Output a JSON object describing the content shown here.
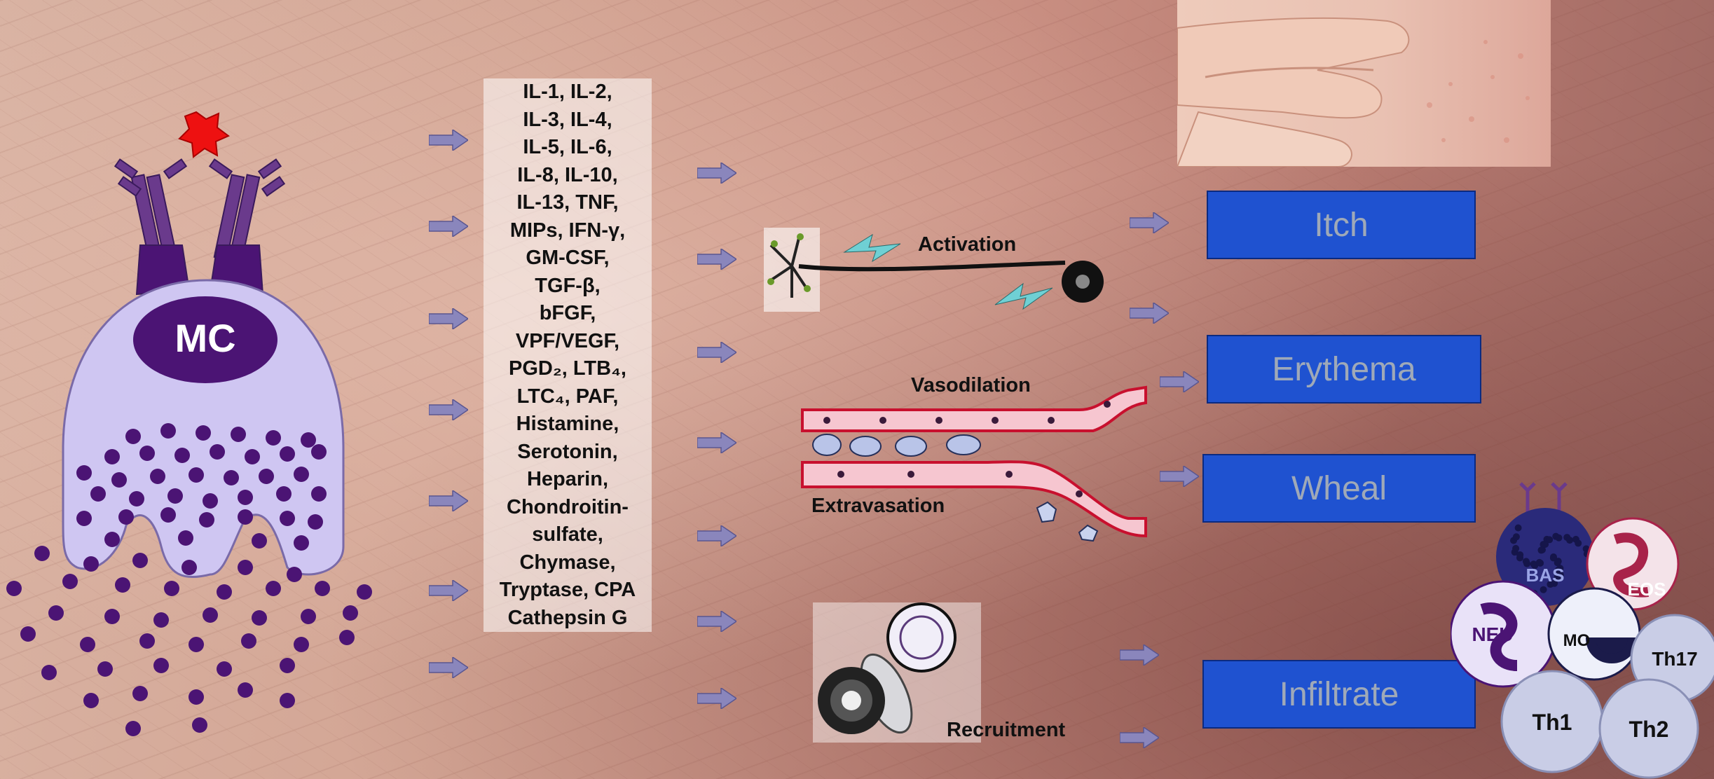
{
  "mast_cell": {
    "label": "MC"
  },
  "mediators": [
    "IL-1, IL-2,",
    "IL-3, IL-4,",
    "IL-5, IL-6,",
    "IL-8, IL-10,",
    "IL-13, TNF,",
    "MIPs, IFN-γ,",
    "GM-CSF,",
    "TGF-β,",
    "bFGF,",
    "VPF/VEGF,",
    "PGD₂, LTB₄,",
    "LTC₄, PAF,",
    "Histamine,",
    "Serotonin,",
    "Heparin,",
    "Chondroitin-",
    "sulfate,",
    "Chymase,",
    "Tryptase, CPA",
    "Cathepsin G"
  ],
  "processes": {
    "activation": "Activation",
    "vasodilation": "Vasodilation",
    "extravasation": "Extravasation",
    "recruitment": "Recruitment"
  },
  "outcomes": {
    "itch": "Itch",
    "erythema": "Erythema",
    "wheal": "Wheal",
    "infiltrate": "Infiltrate"
  },
  "cells": {
    "bas": "BAS",
    "eos": "EOS",
    "neu": "NEU",
    "mo": "MO",
    "th17": "Th17",
    "th1": "Th1",
    "th2": "Th2"
  },
  "colors": {
    "box": "#1f52d0",
    "box_text": "#9fa9b8",
    "arrow": "#8a86bc",
    "granule": "#4b1474",
    "cell": "#cfc6f2",
    "receptor": "#6a3a8c",
    "antigen": "#ee1111"
  }
}
